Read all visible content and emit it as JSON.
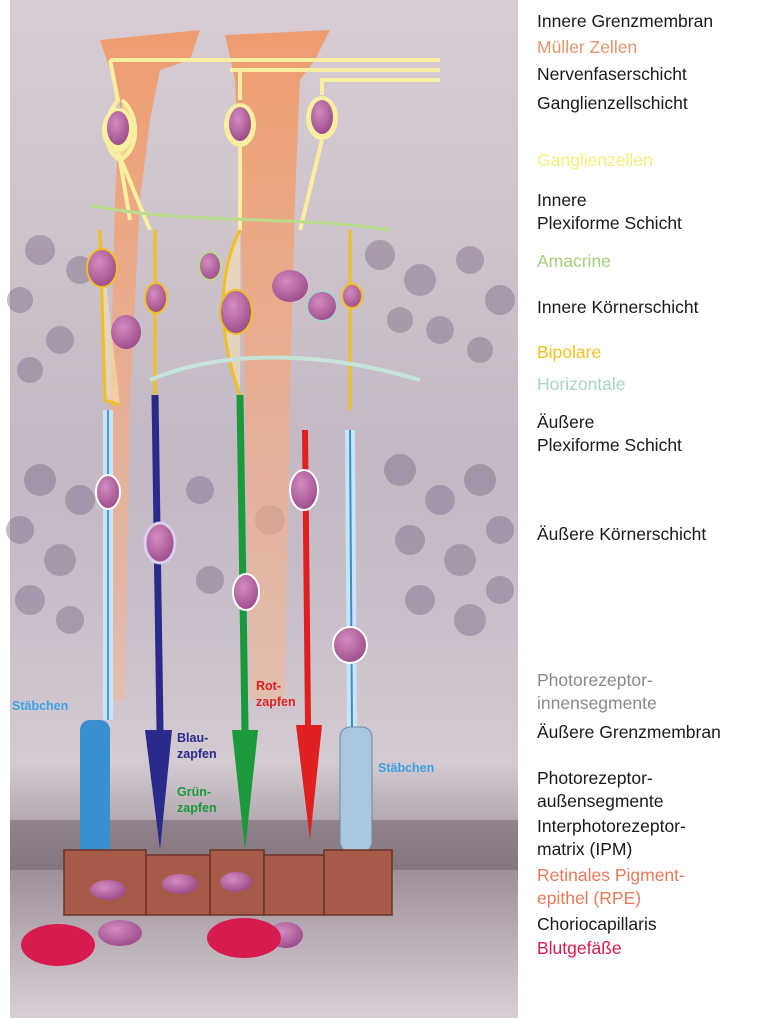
{
  "layers": [
    {
      "lines": [
        "Innere Grenzmembran"
      ],
      "color": "#1a1a1a"
    },
    {
      "lines": [
        "Müller Zellen"
      ],
      "color": "#e8956a"
    },
    {
      "lines": [
        "Nervenfaserschicht"
      ],
      "color": "#1a1a1a"
    },
    {
      "lines": [
        "Ganglienzellschicht"
      ],
      "color": "#1a1a1a"
    },
    {
      "lines": [
        "Ganglienzellen"
      ],
      "color": "#f5ee7a"
    },
    {
      "lines": [
        "Innere",
        "Plexiforme Schicht"
      ],
      "color": "#1a1a1a"
    },
    {
      "lines": [
        "Amacrine"
      ],
      "color": "#a6cf7e"
    },
    {
      "lines": [
        "Innere Körnerschicht"
      ],
      "color": "#1a1a1a"
    },
    {
      "lines": [
        "Bipolare"
      ],
      "color": "#f0c020"
    },
    {
      "lines": [
        "Horizontale"
      ],
      "color": "#a9d4c8"
    },
    {
      "lines": [
        "Äußere",
        "Plexiforme Schicht"
      ],
      "color": "#1a1a1a"
    },
    {
      "lines": [
        "Äußere Körnerschicht"
      ],
      "color": "#1a1a1a"
    },
    {
      "lines": [
        "Photorezeptor-",
        "innensegmente"
      ],
      "color": "#8a8a8a"
    },
    {
      "lines": [
        "Äußere Grenzmembran"
      ],
      "color": "#1a1a1a"
    },
    {
      "lines": [
        "Photorezeptor-",
        "außensegmente"
      ],
      "color": "#1a1a1a"
    },
    {
      "lines": [
        "Interphotorezeptor-",
        "matrix (IPM)"
      ],
      "color": "#1a1a1a"
    },
    {
      "lines": [
        "Retinales Pigment-",
        "epithel (RPE)"
      ],
      "color": "#e87a5a"
    },
    {
      "lines": [
        "Choriocapillaris"
      ],
      "color": "#1a1a1a"
    },
    {
      "lines": [
        "Blutgefäße"
      ],
      "color": "#d81b4f"
    }
  ],
  "cell_labels": {
    "rod_left": "Stäbchen",
    "rod_right": "Stäbchen",
    "blue_cone": [
      "Blau-",
      "zapfen"
    ],
    "green_cone": [
      "Grün-",
      "zapfen"
    ],
    "red_cone": [
      "Rot-",
      "zapfen"
    ]
  },
  "colors": {
    "rod": "#3a8fd0",
    "blue_cone": "#2a2a8a",
    "green_cone": "#1a9a3a",
    "red_cone": "#e02020",
    "nucleus": "#b05a9a",
    "blood": "#d81b4f",
    "rpe": "#a85a48",
    "mueller": "#f0a070"
  }
}
